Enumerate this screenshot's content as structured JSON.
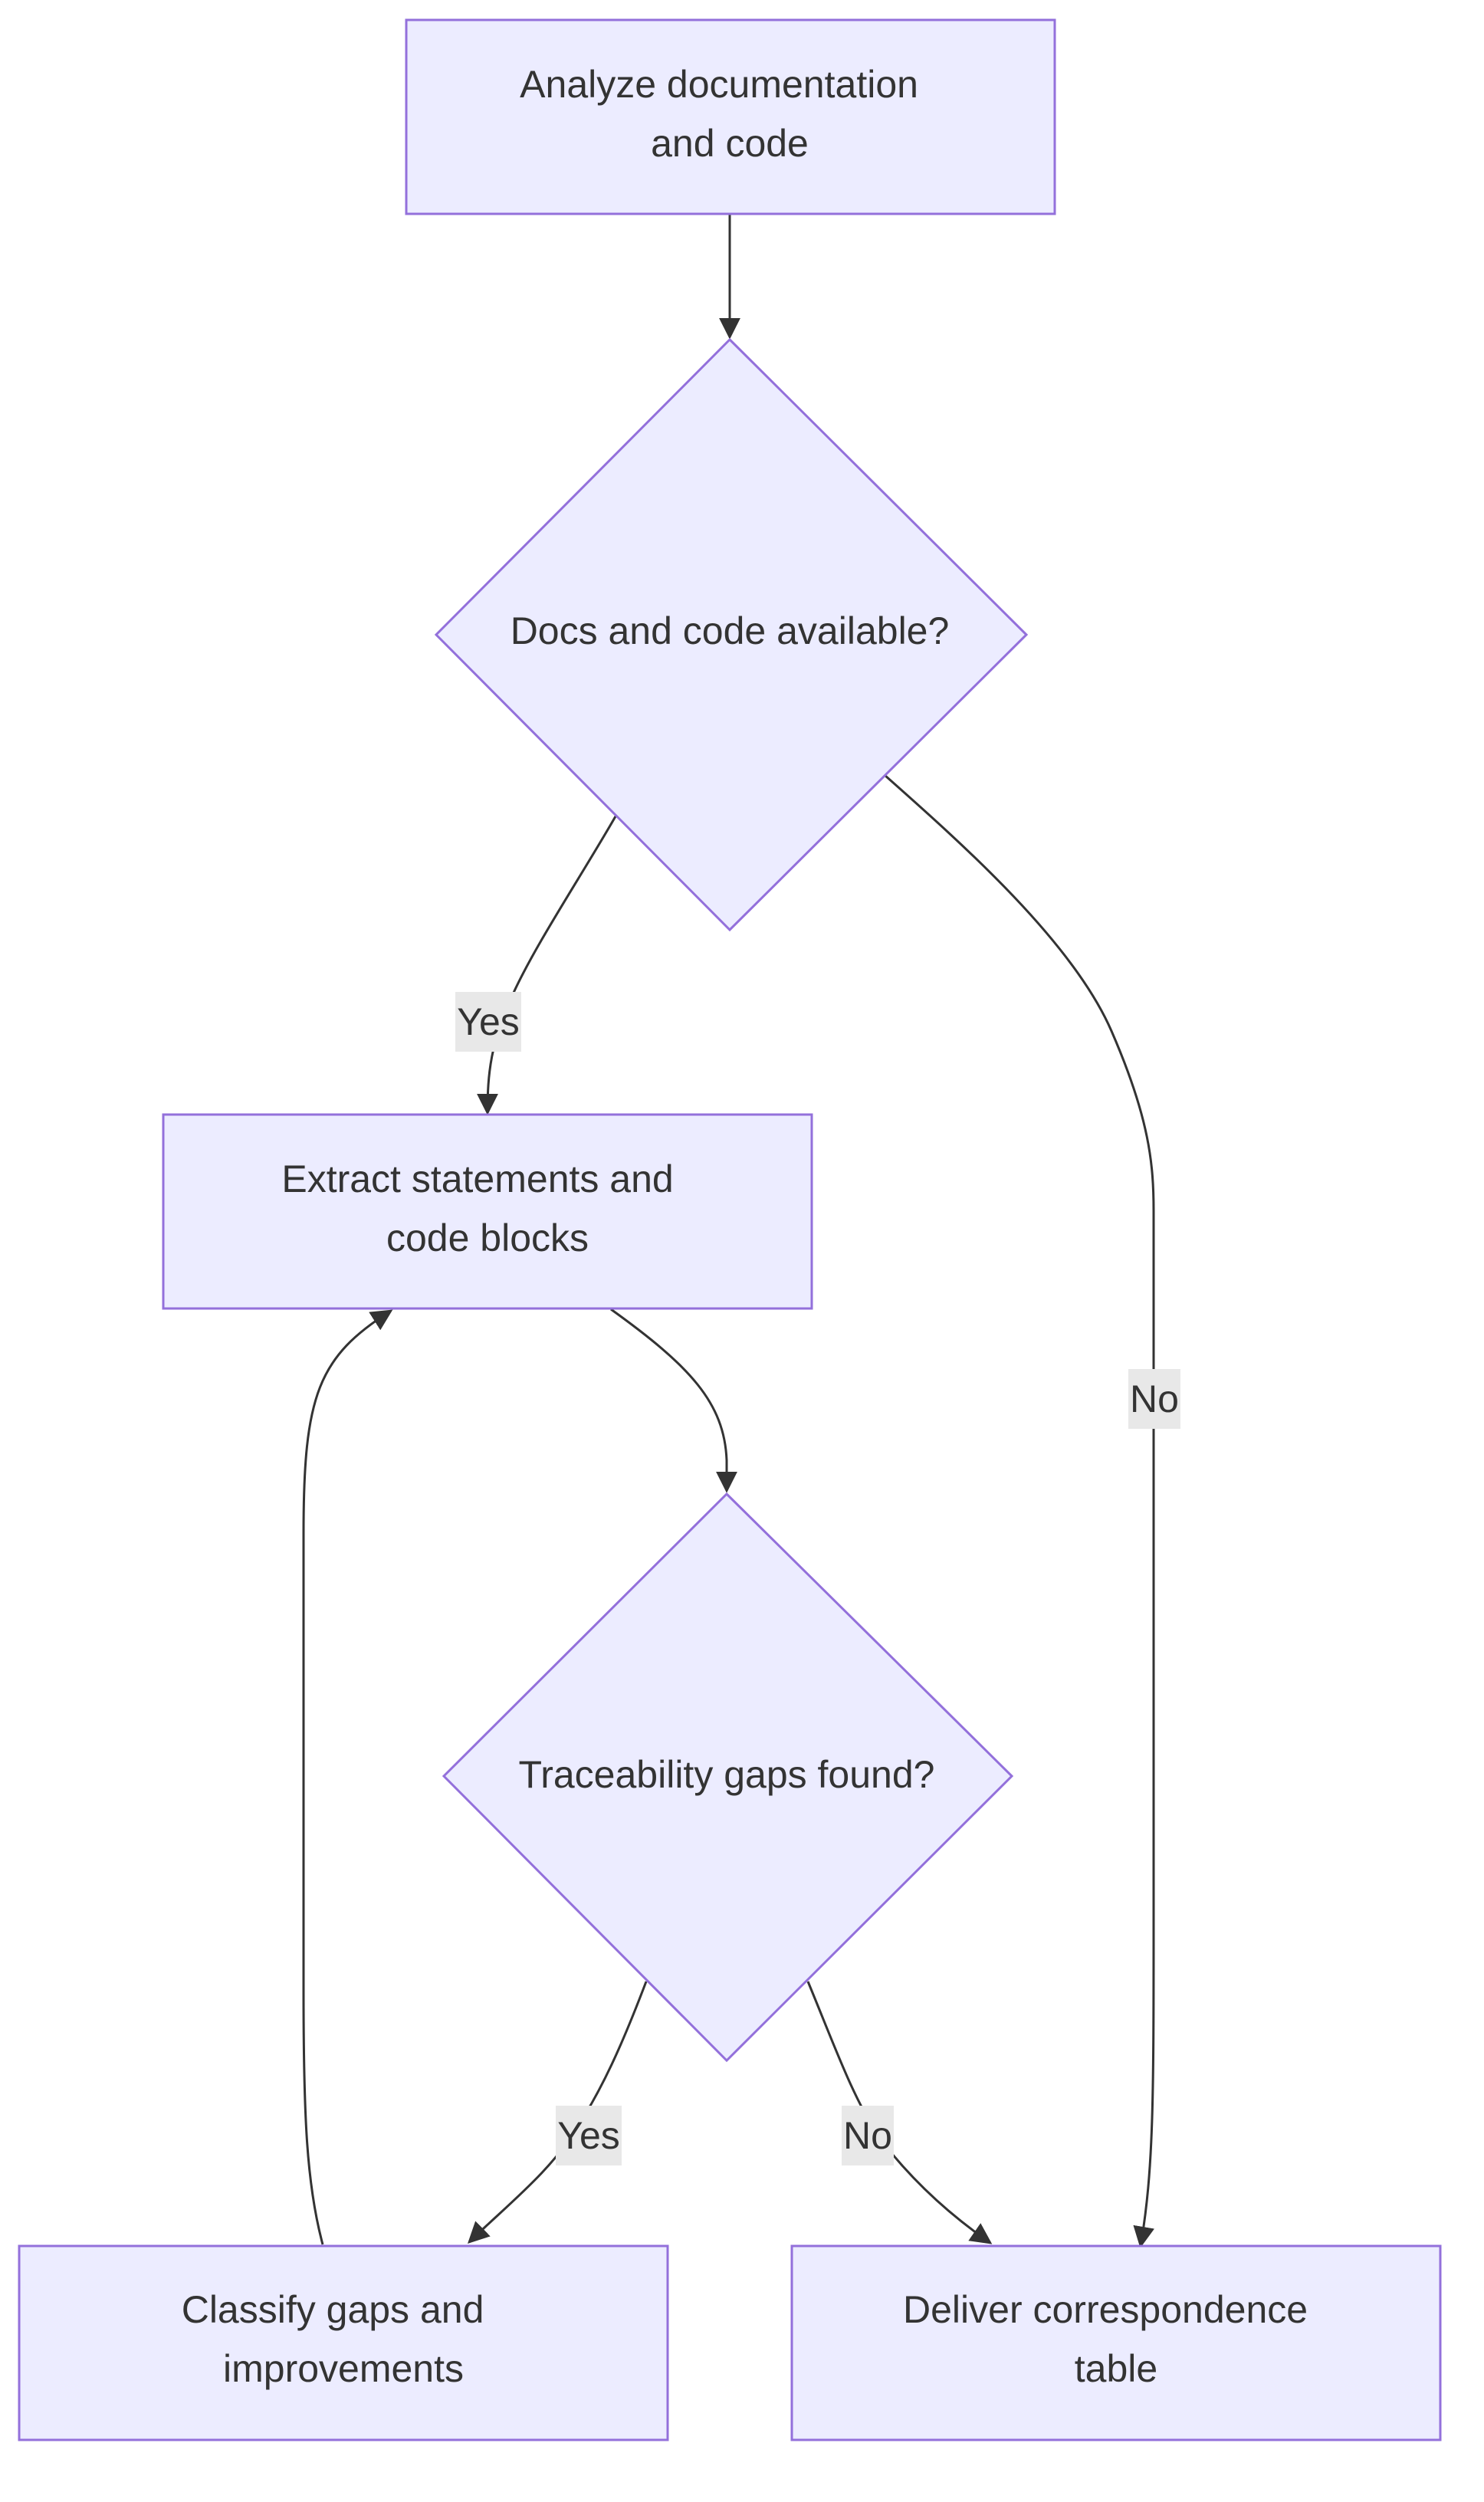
{
  "diagram": {
    "nodes": {
      "analyze": {
        "lines": [
          "Analyze documentation",
          "and code"
        ]
      },
      "docs_available": {
        "lines": [
          "Docs and code available?"
        ]
      },
      "extract": {
        "lines": [
          "Extract statements and",
          "code blocks"
        ]
      },
      "gaps_found": {
        "lines": [
          "Traceability gaps found?"
        ]
      },
      "classify": {
        "lines": [
          "Classify gaps and",
          "improvements"
        ]
      },
      "deliver": {
        "lines": [
          "Deliver correspondence",
          "table"
        ]
      }
    },
    "edges": {
      "docs_yes": "Yes",
      "docs_no": "No",
      "gaps_yes": "Yes",
      "gaps_no": "No"
    },
    "colors": {
      "node_fill": "#ececff",
      "node_stroke": "#9370db",
      "edge": "#333333",
      "label_bg": "#e8e8e8",
      "text": "#333333"
    }
  }
}
